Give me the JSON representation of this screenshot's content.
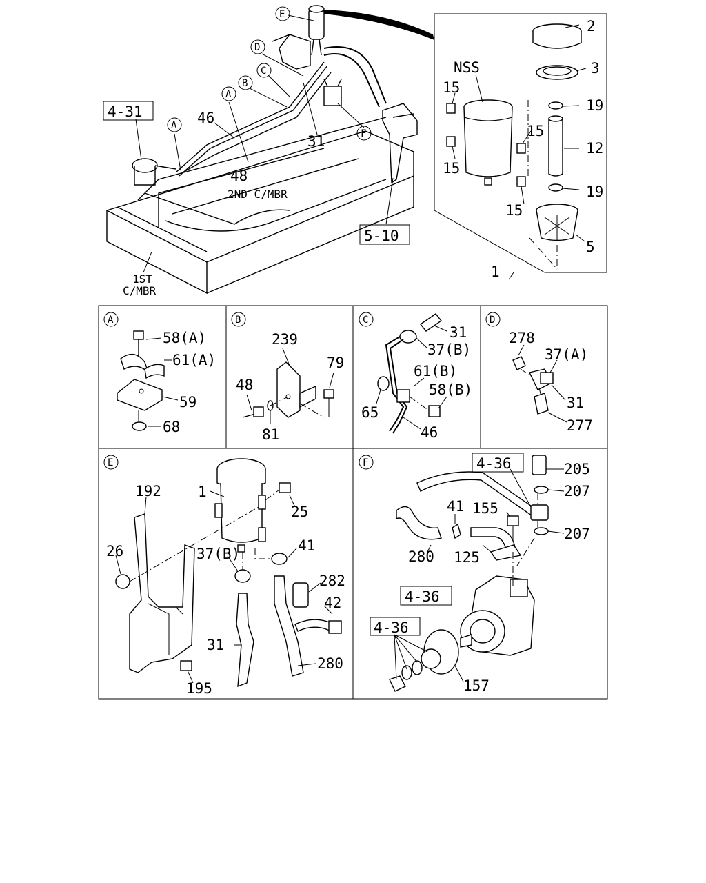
{
  "refs": {
    "ref_4_31": "4-31",
    "ref_5_10": "5-10",
    "ref_4_36_f1": "4-36",
    "ref_4_36_f2": "4-36",
    "ref_4_36_f3": "4-36"
  },
  "main": {
    "frame_2nd": "2ND C/MBR",
    "frame_1st_a": "1ST",
    "frame_1st_b": "C/MBR",
    "callouts": {
      "A1": "A",
      "A2": "A",
      "B": "B",
      "C": "C",
      "D": "D",
      "E": "E",
      "F": "F"
    },
    "parts": {
      "p46": "46",
      "p48": "48",
      "p31": "31"
    }
  },
  "exploded": {
    "nss": "NSS",
    "parts": {
      "p2": "2",
      "p3": "3",
      "p19a": "19",
      "p12": "12",
      "p19b": "19",
      "p5": "5",
      "p1": "1",
      "p15a": "15",
      "p15b": "15",
      "p15c": "15",
      "p15d": "15"
    }
  },
  "panel_a": {
    "tag": "A",
    "p58": "58(A)",
    "p61": "61(A)",
    "p59": "59",
    "p68": "68"
  },
  "panel_b": {
    "tag": "B",
    "p239": "239",
    "p79": "79",
    "p48": "48",
    "p81": "81"
  },
  "panel_c": {
    "tag": "C",
    "p31": "31",
    "p37": "37(B)",
    "p61": "61(B)",
    "p58": "58(B)",
    "p65": "65",
    "p46": "46"
  },
  "panel_d": {
    "tag": "D",
    "p278": "278",
    "p37": "37(A)",
    "p31": "31",
    "p277": "277"
  },
  "panel_e": {
    "tag": "E",
    "p192": "192",
    "p1": "1",
    "p25": "25",
    "p26": "26",
    "p37": "37(B)",
    "p41": "41",
    "p282": "282",
    "p42": "42",
    "p31": "31",
    "p280": "280",
    "p195": "195"
  },
  "panel_f": {
    "tag": "F",
    "p205": "205",
    "p207a": "207",
    "p41": "41",
    "p155": "155",
    "p207b": "207",
    "p280": "280",
    "p125": "125",
    "p157": "157"
  }
}
